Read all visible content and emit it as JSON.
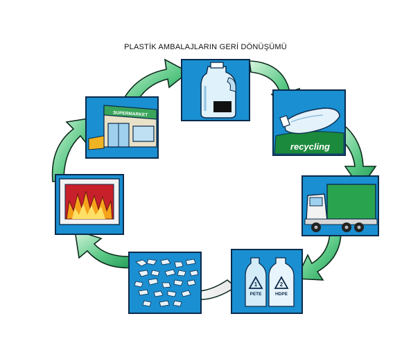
{
  "title": "PLASTİK AMBALAJLARIN GERİ DÖNÜŞÜMÜ",
  "stages": [
    {
      "id": "bottle",
      "icon": "milk-jug-icon"
    },
    {
      "id": "recycling",
      "icon": "crushed-plastic-icon",
      "label": "recycling"
    },
    {
      "id": "truck",
      "icon": "garbage-truck-icon"
    },
    {
      "id": "sorting",
      "icon": "sorted-bottles-icon",
      "codes": [
        {
          "number": "1",
          "label": "PETE"
        },
        {
          "number": "2",
          "label": "HDPE"
        }
      ]
    },
    {
      "id": "flakes",
      "icon": "plastic-flakes-icon"
    },
    {
      "id": "burning",
      "icon": "fire-icon"
    },
    {
      "id": "supermarket",
      "icon": "supermarket-icon",
      "sign": "SUPERMARKET"
    }
  ],
  "colors": {
    "panel": "#1a8fd1",
    "panel_border": "#0b2a4a",
    "arrow_fill": "#2fb56a",
    "arrow_light": "#c8f0d2",
    "recycling_green": "#1c8a3c"
  }
}
